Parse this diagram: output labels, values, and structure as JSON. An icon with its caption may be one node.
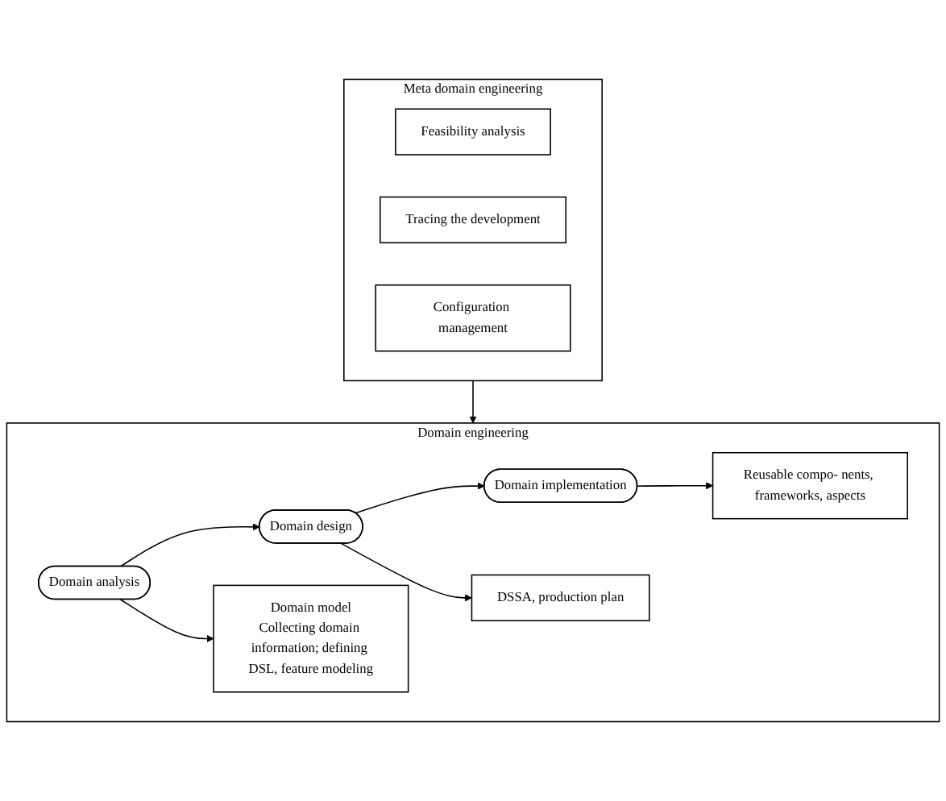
{
  "diagram": {
    "nodes": [
      {
        "text": [
          "Meta domain engineering"
        ]
      },
      {
        "text": [
          "Feasibility analysis"
        ],
        "in": 0
      },
      {
        "text": [
          "Tracing the development"
        ],
        "in": 0
      },
      {
        "text": [
          "Configuration management"
        ],
        "in": 0
      },
      {
        "text": [
          "Domain engineering"
        ]
      },
      {
        "text": [
          "Domain analysis"
        ],
        "in": 4
      },
      {
        "text": [
          "Domain design"
        ],
        "in": 4
      },
      {
        "text": [
          "Domain implementation"
        ],
        "in": 4
      },
      {
        "text": [
          "Domain model",
          "Collecting domain information; defining DSL, feature modeling"
        ],
        "in": 4
      },
      {
        "text": [
          "DSSA, production plan"
        ],
        "in": 4
      },
      {
        "text": [
          "Reusable compo- nents, frameworks, aspects"
        ],
        "in": 4
      }
    ],
    "edges": [
      {
        "from": 0,
        "to": 4,
        "arrow": "to"
      },
      {
        "from": 5,
        "to": 6,
        "arrow": "to"
      },
      {
        "from": 6,
        "to": 7,
        "arrow": "to"
      },
      {
        "from": 5,
        "to": 8,
        "arrow": "to"
      },
      {
        "from": 6,
        "to": 9,
        "arrow": "to"
      },
      {
        "from": 7,
        "to": 10,
        "arrow": "to"
      }
    ]
  }
}
